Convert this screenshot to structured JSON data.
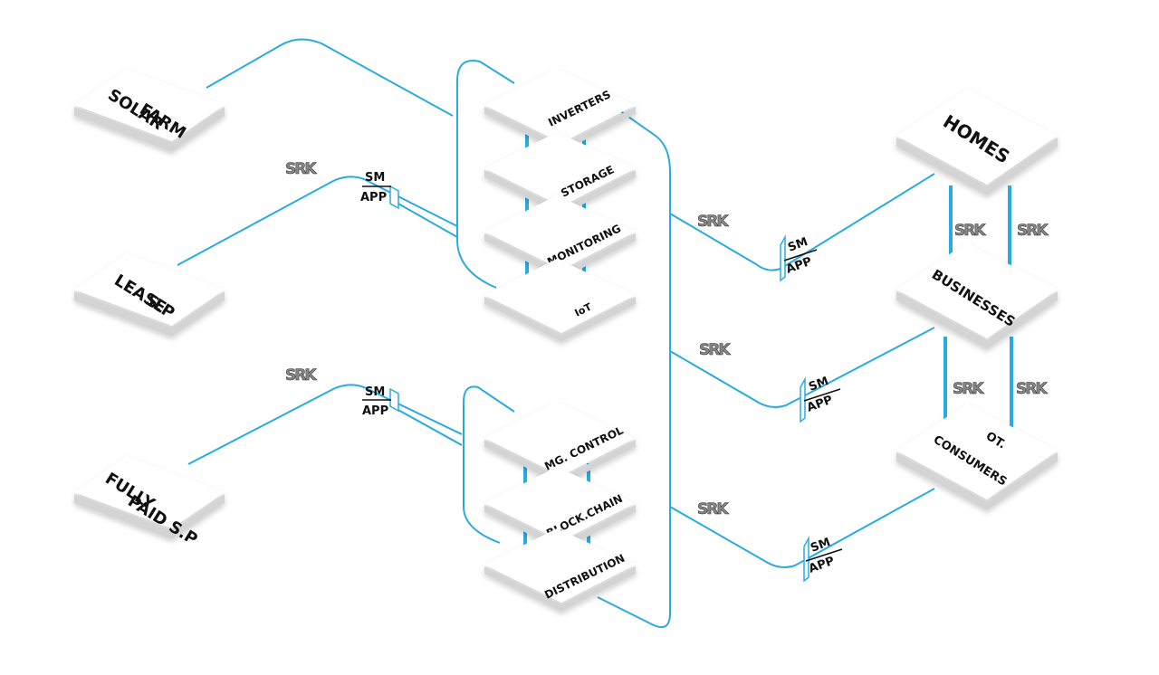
{
  "colors": {
    "wire": "#29abe2",
    "tile_top": "#ffffff",
    "tile_shadow": "#d4d4d4",
    "text": "#111111"
  },
  "sources": {
    "solar_farm": [
      "SOLAR",
      "FARM"
    ],
    "lease": [
      "LEASE",
      "S.P"
    ],
    "fully_paid": [
      "FULLY",
      "PAID S.P"
    ]
  },
  "stack_top": [
    "INVERTERS",
    "STORAGE",
    "MONITORING",
    "IoT"
  ],
  "stack_bottom": [
    "MG. CONTROL",
    "BLOCK.CHAIN",
    "DISTRIBUTION"
  ],
  "consumers": {
    "homes": "HOMES",
    "businesses": "BUSINESSES",
    "ot_consumers": [
      "OT.",
      "CONSUMERS"
    ]
  },
  "srk_label": "SRK",
  "sm_app": {
    "top": "SM",
    "bottom": "APP"
  }
}
